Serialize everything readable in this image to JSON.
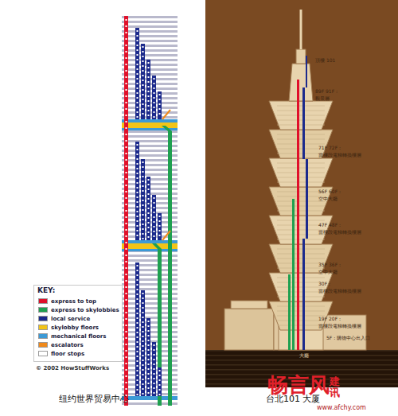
{
  "diagram": {
    "labels": [
      "KEY:",
      "© 2002 HowStuffWorks",
      "頂樓 101",
      "89F 91F :",
      "觀景層",
      "71F 72F :",
      "當樓段電梯轉換樓層",
      "56F 60F :",
      "空中大廳",
      "47F 48F :",
      "當樓段電梯轉換樓層",
      "35F 36F :",
      "空中大廳",
      "30F :",
      "當樓段電梯轉換樓層",
      "19F 20F :",
      "當樓段電梯轉換樓層",
      "5F : 購物中心出入口",
      "大廳",
      "纽约世界贸易中心",
      "台北101 大厦",
      "畅言风",
      "建讯",
      "www.afchy.com"
    ],
    "legend": [
      {
        "text": "express to top",
        "color": "#e0102a"
      },
      {
        "text": "express to skylobbies",
        "color": "#1fa050"
      },
      {
        "text": "local service",
        "color": "#1c2a8c"
      },
      {
        "text": "skylobby floors",
        "color": "#f2c418"
      },
      {
        "text": "mechanical floors",
        "color": "#3c9ad6"
      },
      {
        "text": "escalators",
        "color": "#f08a1c"
      },
      {
        "text": "floor stops",
        "color": "#ffffff"
      }
    ]
  }
}
